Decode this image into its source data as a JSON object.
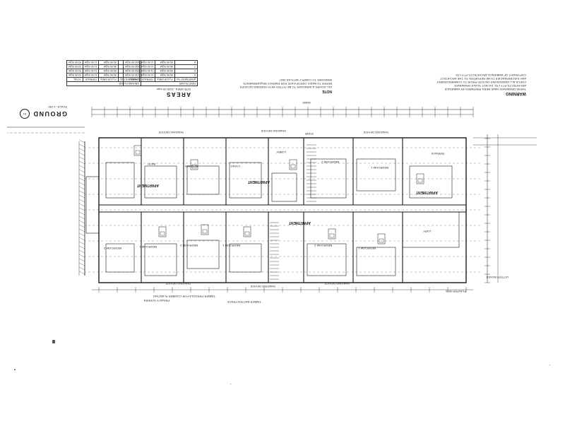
{
  "title_block": {
    "heading": "GROUND",
    "circle_label": "01",
    "scale": "SCALE: 1:100"
  },
  "warning": {
    "heading": "WARNING",
    "lines": [
      "THESE DRAWINGS HAVE BEEN PREPARED BY AMBIENCE",
      "ARCHITECTS PTY LTD. DO NOT SCALE DRAWINGS",
      "CHECK ALL DIMENSIONS ON SITE PRIOR TO COMMENCEMENT",
      "ANY DISCREPANCIES TO BE REPORTED TO THE ARCHITECT",
      "COPYRIGHT OF AMBIENCE ARCHITECTS PTY LTD"
    ]
  },
  "note": {
    "heading": "NOTE",
    "lines": [
      "ALL DOORS & WINDOWS TO BE FITTED WITH SHADING DEVICES",
      "REFER TO BASIX CERTIFICATE FOR ENERGY REQUIREMENTS",
      "WINDOWS TO COMPLY WITH AS 2047"
    ]
  },
  "areas": {
    "heading": "AREAS",
    "subheading": "SITE AREA: 1020.00 sqm",
    "table_left": {
      "headers": [
        "APARTMENT NO",
        "FLOOR AREA",
        "TERRACE",
        "TOTAL"
      ],
      "rows": [
        [
          "1",
          "80.50 SQM",
          "11.50 SQM",
          "92.00 SQM"
        ],
        [
          "2",
          "80.50 SQM",
          "11.50 SQM",
          "92.00 SQM"
        ],
        [
          "3",
          "80.50 SQM",
          "11.50 SQM",
          "92.00 SQM"
        ],
        [
          "4",
          "80.50 SQM",
          "11.50 SQM",
          "92.00 SQM"
        ]
      ],
      "section": "GROUND FLOOR"
    },
    "table_right": {
      "headers": [
        "APARTMENT NO",
        "FLOOR AREA",
        "TERRACE",
        "TOTAL"
      ],
      "rows": [
        [
          "5",
          "80.50 SQM",
          "11.50 SQM",
          "92.00 SQM"
        ],
        [
          "6",
          "80.50 SQM",
          "11.50 SQM",
          "92.00 SQM"
        ],
        [
          "7",
          "80.50 SQM",
          "11.50 SQM",
          "92.00 SQM"
        ],
        [
          "8",
          "80.50 SQM",
          "11.50 SQM",
          "92.00 SQM"
        ]
      ],
      "section": "FIRST FLOOR"
    }
  },
  "plan": {
    "overall_dim": "34600",
    "apartment_label": "APARTMENT",
    "apartments": [
      "APARTMENT",
      "APARTMENT",
      "APARTMENT",
      "APARTMENT"
    ],
    "rooms": [
      "BEDROOM 1",
      "BEDROOM 2",
      "BEDROOM 1",
      "BEDROOM 2",
      "BEDROOM 1",
      "BEDROOM 2",
      "BEDROOM 1",
      "BEDROOM 2",
      "LIVING",
      "KITCHEN",
      "BATH",
      "LDRY",
      "TERRACE",
      "LOBBY",
      "STAIR"
    ],
    "shading_label": "SHADING DEVICE",
    "shading_count": 6,
    "callouts": [
      "TIMBER PERGOLA FOR CLIMBER PLANTING",
      "PRIVACY SCREEN",
      "TIMBER BATTEN FENCE",
      "PLANTER BOX",
      "LETTER BOXES"
    ]
  },
  "colors": {
    "ink": "#1a1a1a",
    "paper": "#ffffff",
    "faint": "#777777"
  }
}
